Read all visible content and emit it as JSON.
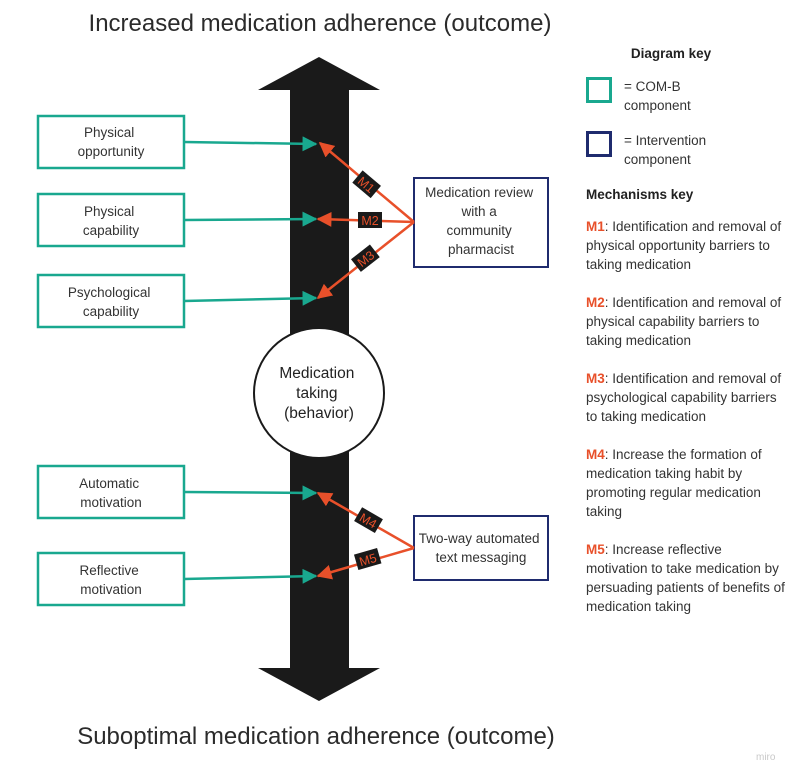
{
  "titles": {
    "top": "Increased medication adherence (outcome)",
    "bottom": "Suboptimal medication adherence (outcome)"
  },
  "center": {
    "lines": [
      "Medication",
      "taking",
      "(behavior)"
    ]
  },
  "comb_boxes": [
    {
      "lines": [
        "Physical",
        "opportunity"
      ]
    },
    {
      "lines": [
        "Physical",
        "capability"
      ]
    },
    {
      "lines": [
        "Psychological",
        "capability"
      ]
    },
    {
      "lines": [
        "Automatic",
        "motivation"
      ]
    },
    {
      "lines": [
        "Reflective",
        "motivation"
      ]
    }
  ],
  "interventions": [
    {
      "lines": [
        "Medication review",
        "with a",
        "community",
        "pharmacist"
      ]
    },
    {
      "lines": [
        "Two-way automated",
        "text messaging"
      ]
    }
  ],
  "mechanism_labels": [
    "M1",
    "M2",
    "M3",
    "M4",
    "M5"
  ],
  "diagram_key": {
    "title": "Diagram key",
    "comb_line1": "= COM-B",
    "comb_line2": "component",
    "intervention_line1": "= Intervention",
    "intervention_line2": "component"
  },
  "mechanisms_key": {
    "title": "Mechanisms key",
    "items": [
      {
        "id": "M1",
        "text": ": Identification and removal of physical opportunity barriers to taking medication"
      },
      {
        "id": "M2",
        "text": ": Identification and removal of physical capability barriers to taking medication"
      },
      {
        "id": "M3",
        "text": ": Identification and removal of psychological capability barriers to taking medication"
      },
      {
        "id": "M4",
        "text": ": Increase the formation of medication taking habit by promoting regular medication taking"
      },
      {
        "id": "M5",
        "text": ": Increase reflective motivation to take medication by persuading patients of benefits of medication taking"
      }
    ]
  },
  "watermark": "miro",
  "colors": {
    "comb": "#19a88f",
    "intervention": "#1f2b6e",
    "mechanism": "#e8502a",
    "axis": "#1a1a1a"
  }
}
